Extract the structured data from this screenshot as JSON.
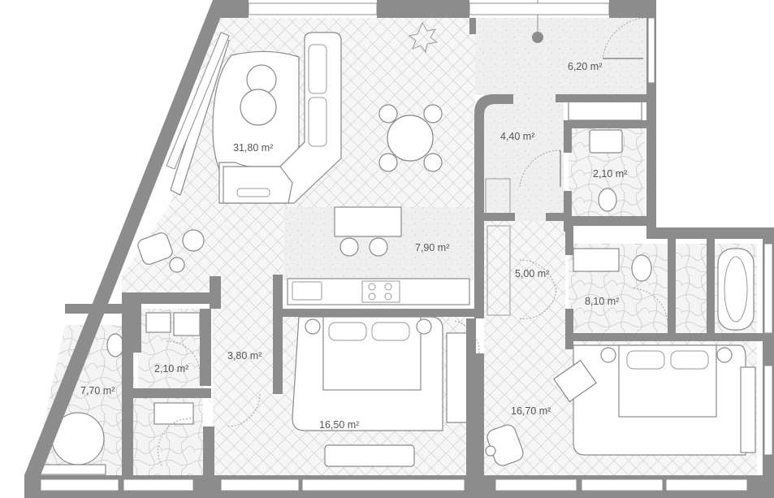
{
  "plan": {
    "rooms": [
      {
        "id": "living",
        "area": "31,80 m²"
      },
      {
        "id": "entry",
        "area": "6,20 m²"
      },
      {
        "id": "corridor",
        "area": "4,40 m²"
      },
      {
        "id": "wc",
        "area": "2,10 m²"
      },
      {
        "id": "kitchen",
        "area": "7,90 m²"
      },
      {
        "id": "wardrobe",
        "area": "5,00 m²"
      },
      {
        "id": "master-bath",
        "area": "8,10 m²"
      },
      {
        "id": "hall",
        "area": "3,80 m²"
      },
      {
        "id": "guest-shower",
        "area": "2,10 m²"
      },
      {
        "id": "bath-left",
        "area": "7,70 m²"
      },
      {
        "id": "bedroom-1",
        "area": "16,50 m²"
      },
      {
        "id": "bedroom-2",
        "area": "16,70 m²"
      }
    ],
    "colors": {
      "wall": "#8c8c8c",
      "floor_wood": "#f4f4f4",
      "floor_tile": "#eeeeee",
      "label": "#555555"
    }
  }
}
